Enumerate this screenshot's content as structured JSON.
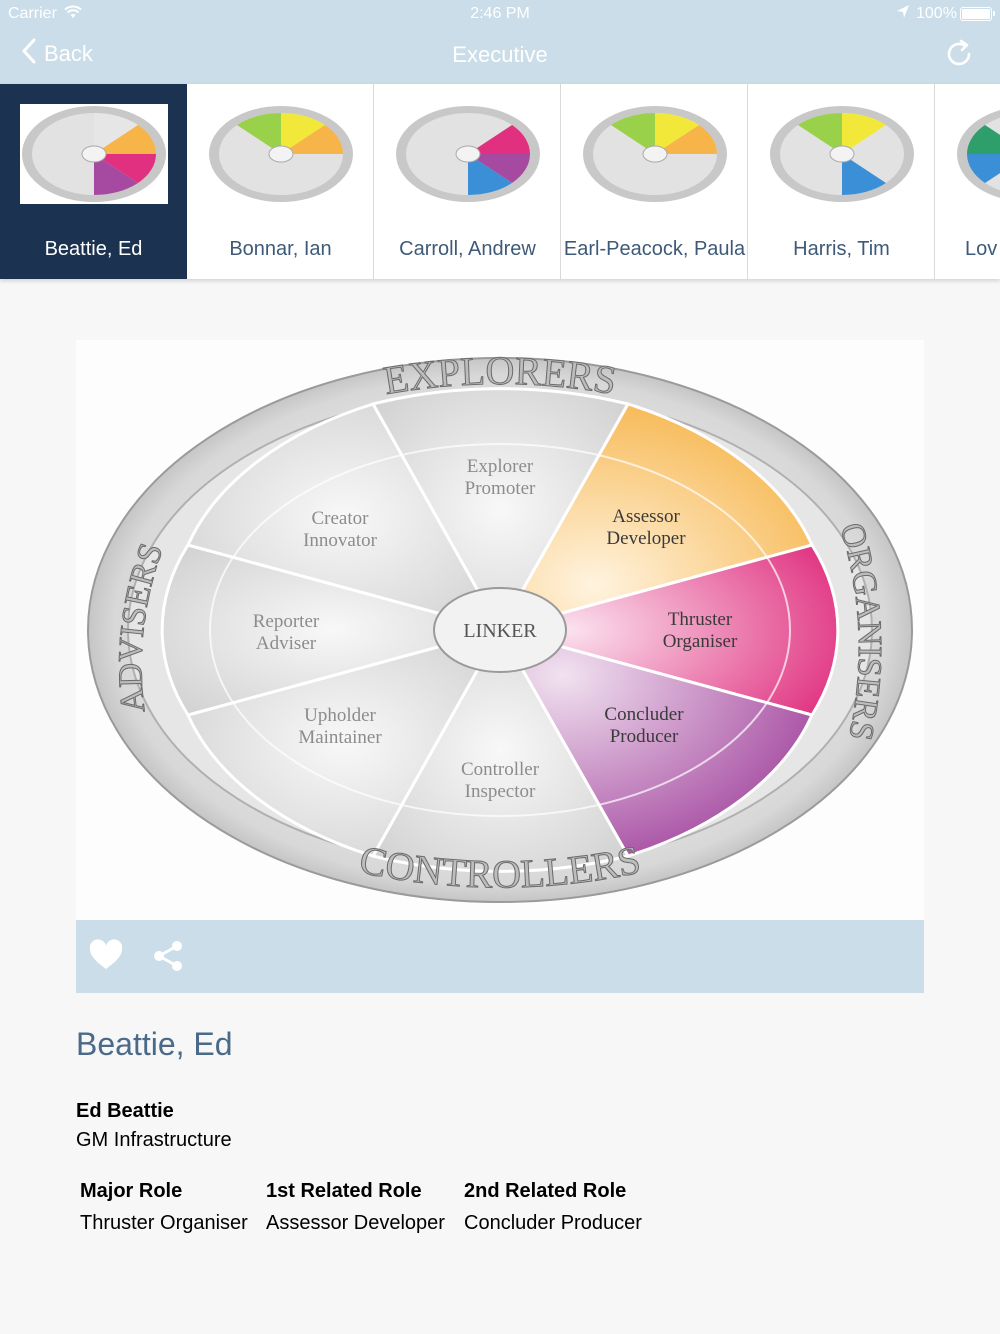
{
  "status_bar": {
    "carrier": "Carrier",
    "time": "2:46 PM",
    "battery": "100%"
  },
  "nav": {
    "back_label": "Back",
    "title": "Executive"
  },
  "people": [
    {
      "name": "Beattie, Ed",
      "selected": true
    },
    {
      "name": "Bonnar, Ian",
      "selected": false
    },
    {
      "name": "Carroll, Andrew",
      "selected": false
    },
    {
      "name": "Earl-Peacock, Paula",
      "selected": false
    },
    {
      "name": "Harris, Tim",
      "selected": false
    },
    {
      "name": "Lov",
      "selected": false
    }
  ],
  "wheel": {
    "outer_labels": {
      "top": "EXPLORERS",
      "right": "ORGANISERS",
      "bottom": "CONTROLLERS",
      "left": "ADVISERS"
    },
    "center": "LINKER",
    "segments": [
      {
        "line1": "Explorer",
        "line2": "Promoter"
      },
      {
        "line1": "Assessor",
        "line2": "Developer"
      },
      {
        "line1": "Thruster",
        "line2": "Organiser"
      },
      {
        "line1": "Concluder",
        "line2": "Producer"
      },
      {
        "line1": "Controller",
        "line2": "Inspector"
      },
      {
        "line1": "Upholder",
        "line2": "Maintainer"
      },
      {
        "line1": "Reporter",
        "line2": "Adviser"
      },
      {
        "line1": "Creator",
        "line2": "Innovator"
      }
    ],
    "colors": {
      "assessor": "#f6b449",
      "thruster": "#e0307f",
      "concluder": "#a54aa0",
      "neutral": "#d9d9d9"
    }
  },
  "detail": {
    "display_name": "Beattie, Ed",
    "full_name": "Ed Beattie",
    "job_title": "GM Infrastructure",
    "major_role_label": "Major Role",
    "major_role": "Thruster Organiser",
    "first_related_label": "1st Related Role",
    "first_related": "Assessor Developer",
    "second_related_label": "2nd Related Role",
    "second_related": "Concluder Producer"
  },
  "icons": {
    "back": "chevron-left-icon",
    "refresh": "refresh-icon",
    "favorite": "heart-icon",
    "share": "share-icon"
  }
}
